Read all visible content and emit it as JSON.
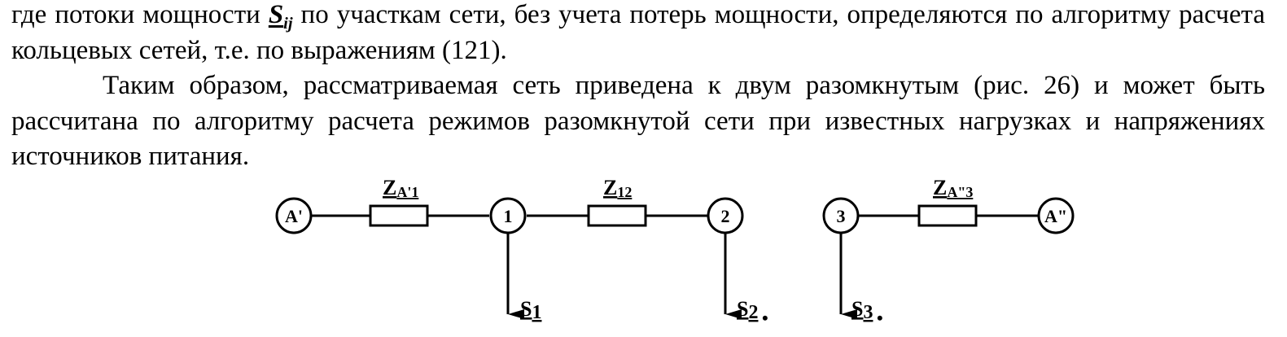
{
  "text": {
    "p1_before": "где потоки мощности ",
    "p1_symbol_main": "S",
    "p1_symbol_sub": "ij",
    "p1_after": " по участкам сети, без учета потерь мощности, определяются по алгоритму расчета кольцевых сетей, т.е. по выражениям (121).",
    "p2": "Таким образом, рассматриваемая сеть приведена к двум разомкнутым (рис. 26) и может быть рассчитана по алгоритму расчета режимов разомкнутой сети при известных нагрузках и напряжениях источников питания."
  },
  "diagram": {
    "nodes": {
      "a1": "A'",
      "n1": "1",
      "n2": "2",
      "n3": "3",
      "a2": "A\""
    },
    "impedances": {
      "z_a1_1_main": "Z",
      "z_a1_1_sub": "A'1",
      "z_12_main": "Z",
      "z_12_sub": "12",
      "z_a2_3_main": "Z",
      "z_a2_3_sub": "A\"3"
    },
    "loads": {
      "s1_main": "S",
      "s1_sub": "1",
      "s2_main": "S",
      "s2_sub": "2",
      "s2_mark": "•",
      "s3_main": "S",
      "s3_sub": "3",
      "s3_mark": "•"
    }
  }
}
